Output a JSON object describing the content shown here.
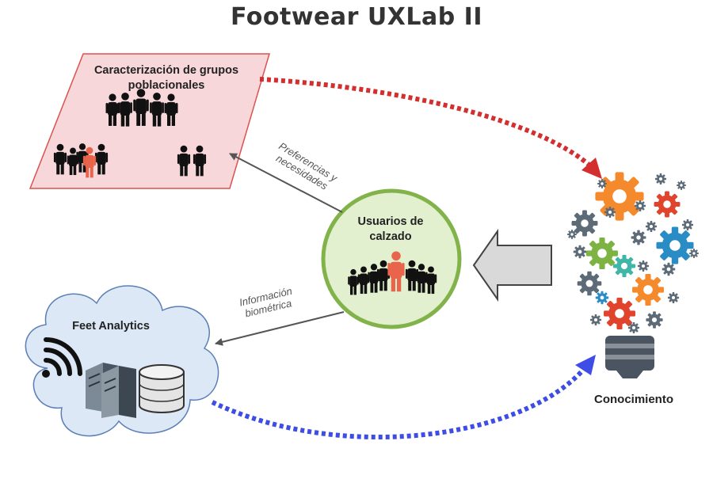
{
  "title": "Footwear UXLab II",
  "nodes": {
    "population": {
      "label": "Caracterización de grupos poblacionales",
      "fill": "#f8d7da",
      "stroke": "#d9534f"
    },
    "users": {
      "label": "Usuarios de calzado",
      "fill": "#e2f0d0",
      "stroke": "#82b34a"
    },
    "feet": {
      "label": "Feet Analytics",
      "fill": "#dce8f5",
      "stroke": "#5b7fb5"
    },
    "knowledge": {
      "label": "Conocimiento"
    }
  },
  "edges": {
    "preferences": "Preferencias y necesidades",
    "biometric": "Información biométrica"
  },
  "colors": {
    "red_dotted": "#d32f2f",
    "blue_dotted": "#3d4de6",
    "person_black": "#111111",
    "person_highlight": "#e8644a",
    "gear_orange": "#f58a2c",
    "gear_blue": "#2a8cc4",
    "gear_green": "#7cb342",
    "gear_teal": "#3fb6a8",
    "gear_red": "#e0442c",
    "gear_gray": "#5d6b78",
    "bulb_base": "#4a5561"
  },
  "icons": [
    "people-icon",
    "wifi-icon",
    "server-icon",
    "database-icon",
    "gear-icon",
    "lightbulb-icon",
    "arrow-left-icon"
  ]
}
